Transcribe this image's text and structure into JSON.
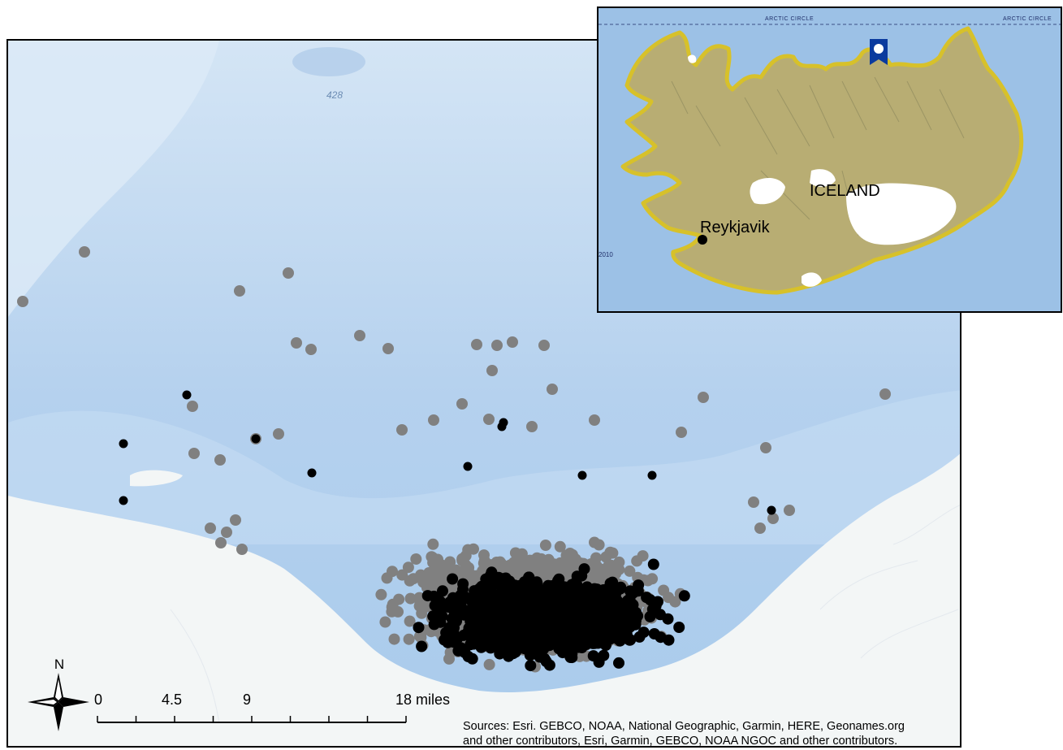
{
  "inset": {
    "country_label": "ICELAND",
    "city_label": "Reykjavik",
    "arctic_circle_left": "ARCTIC CIRCLE",
    "arctic_circle_right": "ARCTIC CIRCLE",
    "depth_label": "2010"
  },
  "main_map": {
    "depth_label": "428"
  },
  "scale_bar": {
    "ticks": [
      "0",
      "4.5",
      "9",
      "18 miles"
    ]
  },
  "north_arrow": {
    "label": "N"
  },
  "attribution": {
    "line1": "Sources: Esri. GEBCO, NOAA, National Geographic, Garmin, HERE, Geonames.org",
    "line2": "and other contributors, Esri, Garmin, GEBCO, NOAA NGOC and other contributors."
  },
  "colors": {
    "ocean_deep": "#b6d2ee",
    "ocean_shallow": "#dbe9f6",
    "land": "#f4f6f5",
    "point_gray": "#808080",
    "point_black": "#000000",
    "inset_land": "#b5ad72",
    "inset_coast": "#d9c833",
    "marker_blue": "#0a3a9e"
  }
}
